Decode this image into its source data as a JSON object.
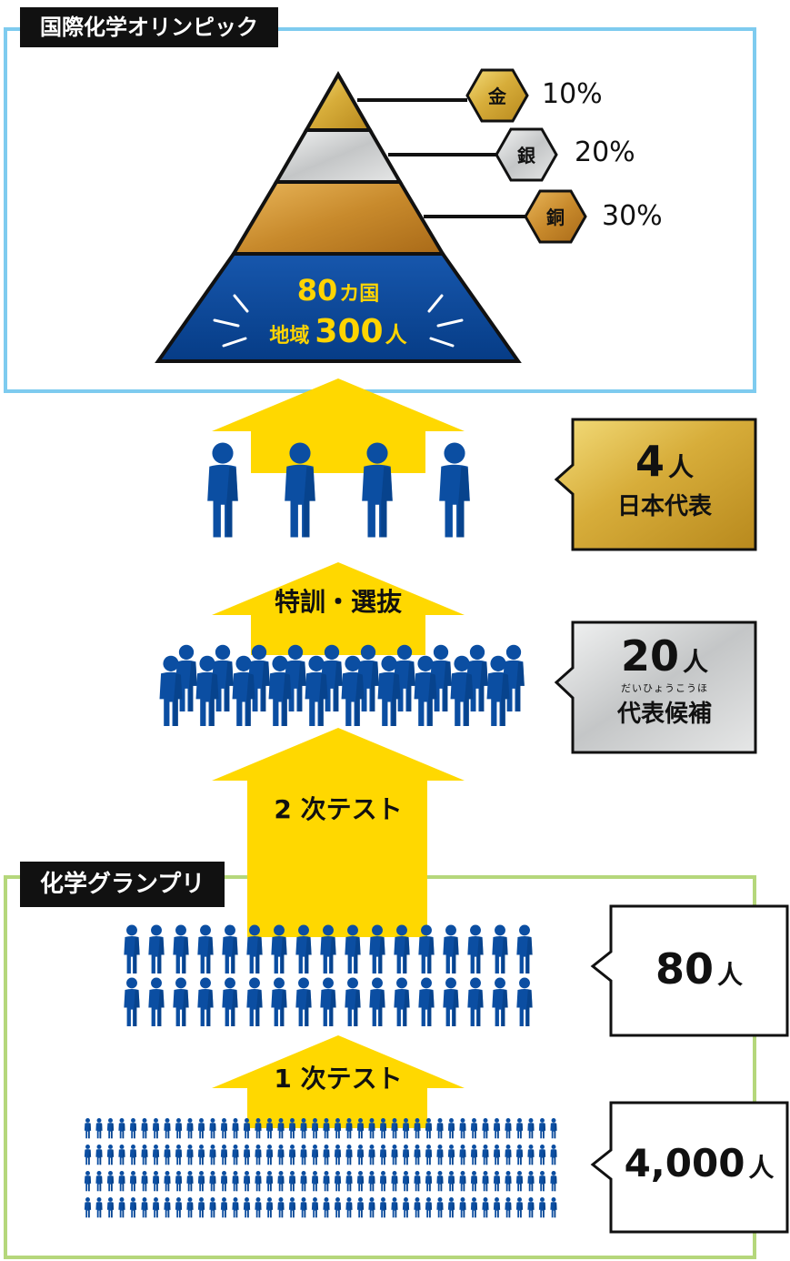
{
  "imo": {
    "title": "国際化学オリンピック",
    "medals": [
      {
        "char": "金",
        "percent": "10%",
        "color": "#d9b43d"
      },
      {
        "char": "銀",
        "percent": "20%",
        "color": "#c9cbcc"
      },
      {
        "char": "銅",
        "percent": "30%",
        "color": "#c58a2e"
      }
    ],
    "pyramid": {
      "line1_num": "80",
      "line1_unit": "カ国",
      "line2_label": "地域",
      "line2_num": "300",
      "line2_unit": "人"
    }
  },
  "grandprix": {
    "title": "化学グランプリ"
  },
  "stages": {
    "final": {
      "num": "4",
      "unit": "人",
      "label": "日本代表"
    },
    "candidates": {
      "num": "20",
      "unit": "人",
      "ruby": "だいひょうこうほ",
      "label": "代表候補"
    },
    "second": {
      "num": "80",
      "unit": "人"
    },
    "first": {
      "num": "4,000",
      "unit": "人"
    }
  },
  "arrows": {
    "training": "特訓・選抜",
    "second_test": "2 次テスト",
    "first_test": "1 次テスト"
  },
  "colors": {
    "arrow_yellow": "#ffd800",
    "person_blue": "#0b4ea2",
    "pyramid_blue": "#0a4c9c",
    "gold": "#d9b43d",
    "silver": "#c9cbcc",
    "bronze": "#c58a2e",
    "imo_frame": "#7ecbef",
    "gp_frame": "#b5d77b"
  }
}
